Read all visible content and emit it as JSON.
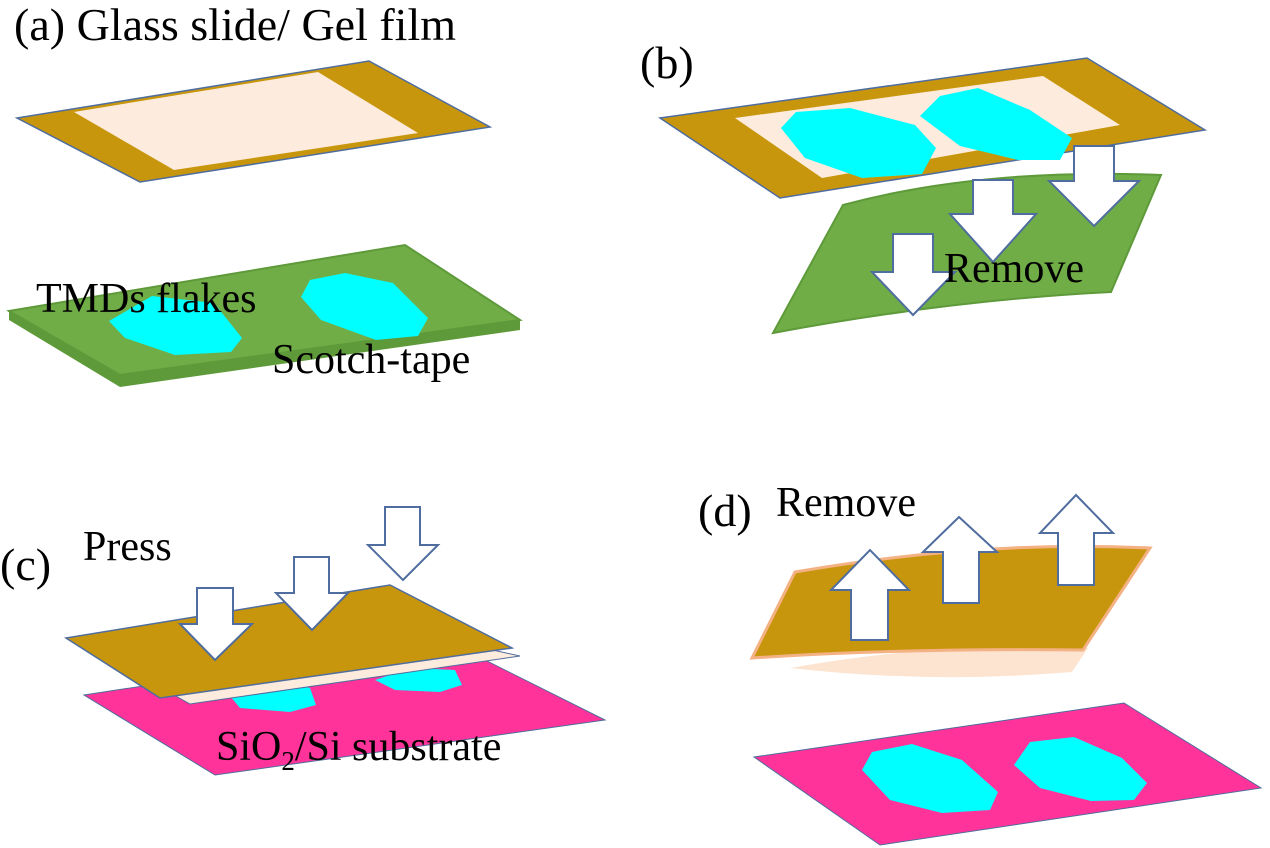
{
  "colors": {
    "slide": "#C8960C",
    "gel": "#FDEBDD",
    "tape": "#70AD47",
    "flake": "#00FFFF",
    "substrate": "#FF3399",
    "outline": "#4F6D9E",
    "arrow_fill": "#FFFFFF"
  },
  "panel_a": {
    "tag": "(a)",
    "title": "Glass slide/ Gel film",
    "flakes_label": "TMDs flakes",
    "tape_label": "Scotch-tape"
  },
  "panel_b": {
    "tag": "(b)",
    "action_label": "Remove"
  },
  "panel_c": {
    "tag": "(c)",
    "action_label": "Press",
    "substrate_main": "SiO",
    "substrate_sub": "2",
    "substrate_rest": "/Si substrate"
  },
  "panel_d": {
    "tag": "(d)",
    "action_label": "Remove"
  },
  "icons": {
    "down_arrow": "down-arrow-icon",
    "up_arrow": "up-arrow-icon"
  }
}
